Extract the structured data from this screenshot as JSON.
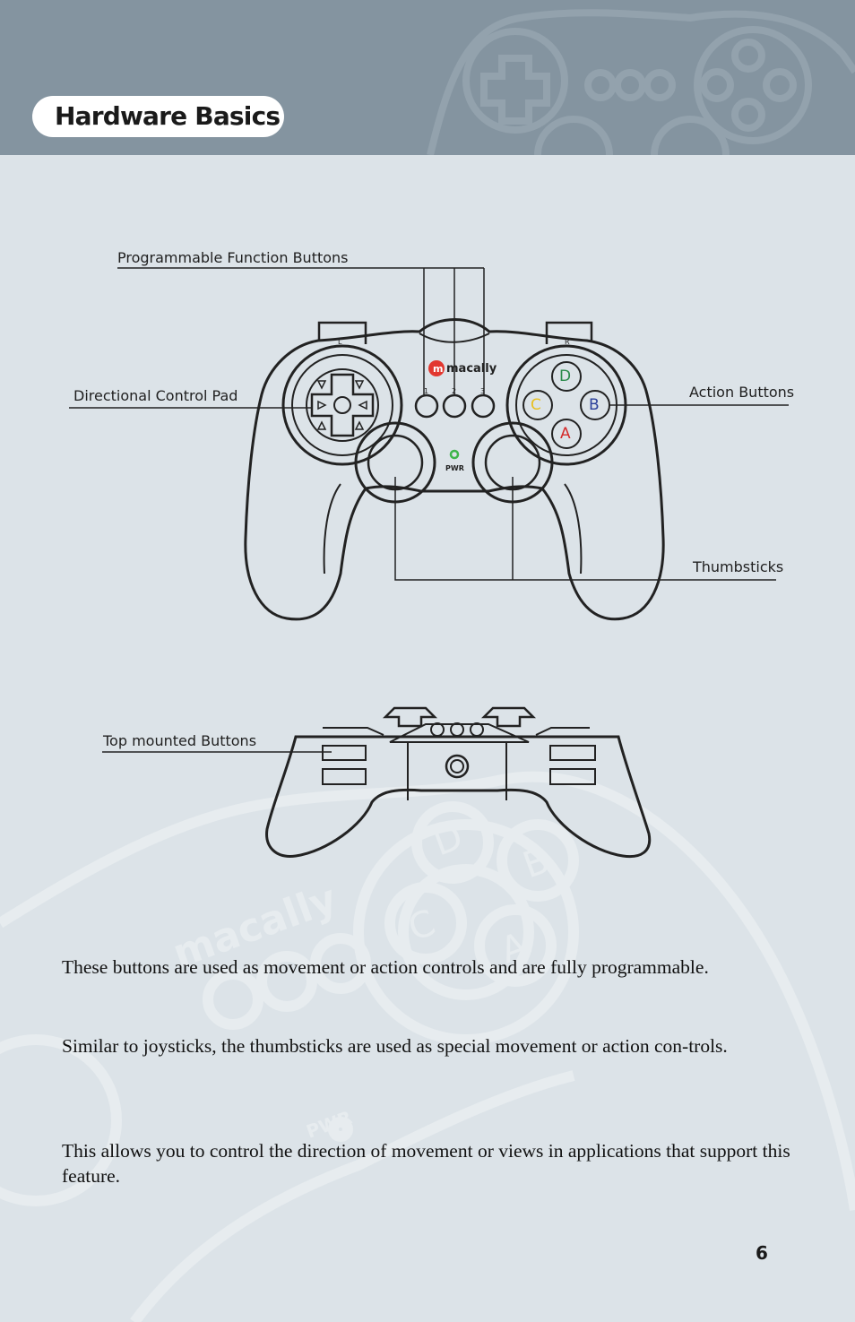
{
  "page": {
    "title": "Hardware Basics",
    "page_number": "6"
  },
  "callouts": {
    "programmable_function_buttons": "Programmable Function Buttons",
    "directional_control_pad": "Directional Control Pad",
    "action_buttons": "Action Buttons",
    "thumbsticks": "Thumbsticks",
    "top_mounted_buttons": "Top mounted Buttons"
  },
  "controller": {
    "brand_logo": "macally",
    "function_button_numbers": [
      "1",
      "2",
      "3"
    ],
    "power_label": "PWR",
    "shoulder_labels": {
      "left": "L",
      "right": "R"
    },
    "action_buttons": [
      {
        "letter": "D",
        "color": "#2a8a4a"
      },
      {
        "letter": "C",
        "color": "#e8c020"
      },
      {
        "letter": "B",
        "color": "#2a3f9a"
      },
      {
        "letter": "A",
        "color": "#d42a2a"
      }
    ],
    "logo_color": "#e2372f",
    "power_led_color": "#3db54a"
  },
  "paragraphs": {
    "programmable": "These buttons are used as movement or action controls and are fully programmable.",
    "thumbsticks": "Similar to joysticks, the thumbsticks are used as special movement or action con-trols.",
    "dpad": "This allows you to control the direction of movement or views in applications that support this feature."
  },
  "colors": {
    "header_bar": "#8494a0",
    "page_background": "#dce3e8"
  }
}
